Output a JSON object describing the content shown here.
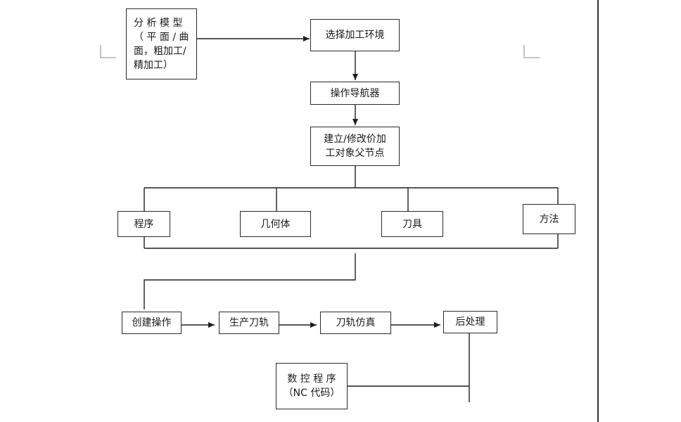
{
  "diagram": {
    "nodes": {
      "analyze_model": {
        "lines": [
          "分 析 模 型",
          "（ 平 面 / 曲",
          "面，粗加工/",
          "精加工）"
        ]
      },
      "select_env": {
        "lines": [
          "选择加工环境"
        ]
      },
      "op_navigator": {
        "lines": [
          "操作导航器"
        ]
      },
      "create_parent": {
        "lines": [
          "建立/修改价加",
          "工对象父节点"
        ]
      },
      "program": {
        "lines": [
          "程序"
        ]
      },
      "geometry": {
        "lines": [
          "几何体"
        ]
      },
      "tool": {
        "lines": [
          "刀具"
        ]
      },
      "method": {
        "lines": [
          "方法"
        ]
      },
      "create_op": {
        "lines": [
          "创建操作"
        ]
      },
      "gen_toolpath": {
        "lines": [
          "生产刀轨"
        ]
      },
      "sim_toolpath": {
        "lines": [
          "刀轨仿真"
        ]
      },
      "postprocess": {
        "lines": [
          "后处理"
        ]
      },
      "nc_program": {
        "lines": [
          "数 控 程 序",
          "（NC 代码）"
        ]
      }
    },
    "colors": {
      "line": "#1f1f1f",
      "border": "#2b2b2b",
      "text": "#1a1a1a",
      "frame": "#333333"
    }
  }
}
